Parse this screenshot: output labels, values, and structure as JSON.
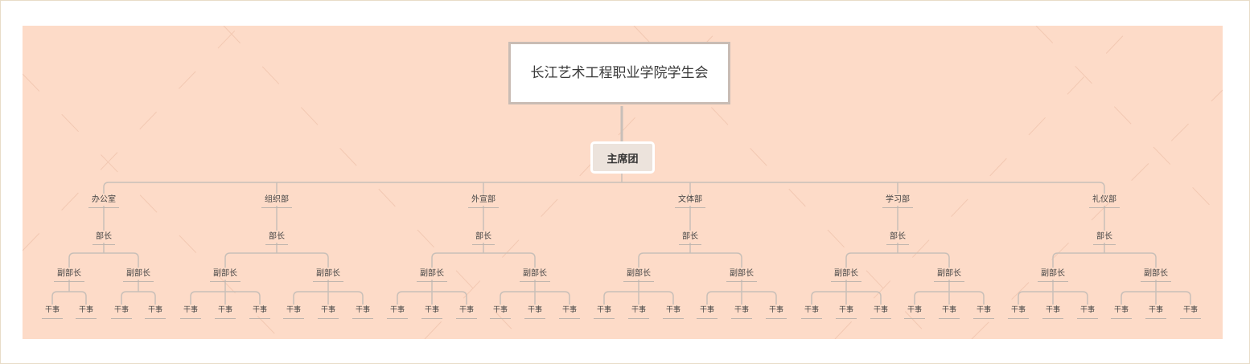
{
  "root": {
    "title": "长江艺术工程职业学院学生会"
  },
  "presidium": {
    "label": "主席团"
  },
  "departments": [
    {
      "name": "办公室",
      "head": "部长",
      "deputies": [
        {
          "label": "副部长",
          "staff": [
            "干事",
            "干事"
          ]
        },
        {
          "label": "副部长",
          "staff": [
            "干事",
            "干事"
          ]
        }
      ]
    },
    {
      "name": "组织部",
      "head": "部长",
      "deputies": [
        {
          "label": "副部长",
          "staff": [
            "干事",
            "干事",
            "干事"
          ]
        },
        {
          "label": "副部长",
          "staff": [
            "干事",
            "干事",
            "干事"
          ]
        }
      ]
    },
    {
      "name": "外宣部",
      "head": "部长",
      "deputies": [
        {
          "label": "副部长",
          "staff": [
            "干事",
            "干事",
            "干事"
          ]
        },
        {
          "label": "副部长",
          "staff": [
            "干事",
            "干事",
            "干事"
          ]
        }
      ]
    },
    {
      "name": "文体部",
      "head": "部长",
      "deputies": [
        {
          "label": "副部长",
          "staff": [
            "干事",
            "干事",
            "干事"
          ]
        },
        {
          "label": "副部长",
          "staff": [
            "干事",
            "干事",
            "干事"
          ]
        }
      ]
    },
    {
      "name": "学习部",
      "head": "部长",
      "deputies": [
        {
          "label": "副部长",
          "staff": [
            "干事",
            "干事",
            "干事"
          ]
        },
        {
          "label": "副部长",
          "staff": [
            "干事",
            "干事",
            "干事"
          ]
        }
      ]
    },
    {
      "name": "礼仪部",
      "head": "部长",
      "deputies": [
        {
          "label": "副部长",
          "staff": [
            "干事",
            "干事",
            "干事"
          ]
        },
        {
          "label": "副部长",
          "staff": [
            "干事",
            "干事",
            "干事"
          ]
        }
      ]
    }
  ]
}
